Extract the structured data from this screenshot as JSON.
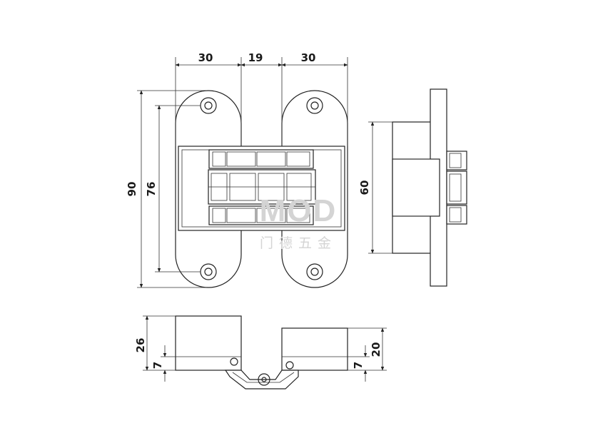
{
  "dimensions": {
    "width_left": "30",
    "width_gap": "19",
    "width_right": "30",
    "height_total": "90",
    "height_hole_spacing": "76",
    "height_side": "60",
    "depth_left": "26",
    "offset_left": "7",
    "depth_right": "20",
    "offset_right": "7"
  },
  "watermark": {
    "brand": "MOD",
    "chinese": "门德五金"
  }
}
